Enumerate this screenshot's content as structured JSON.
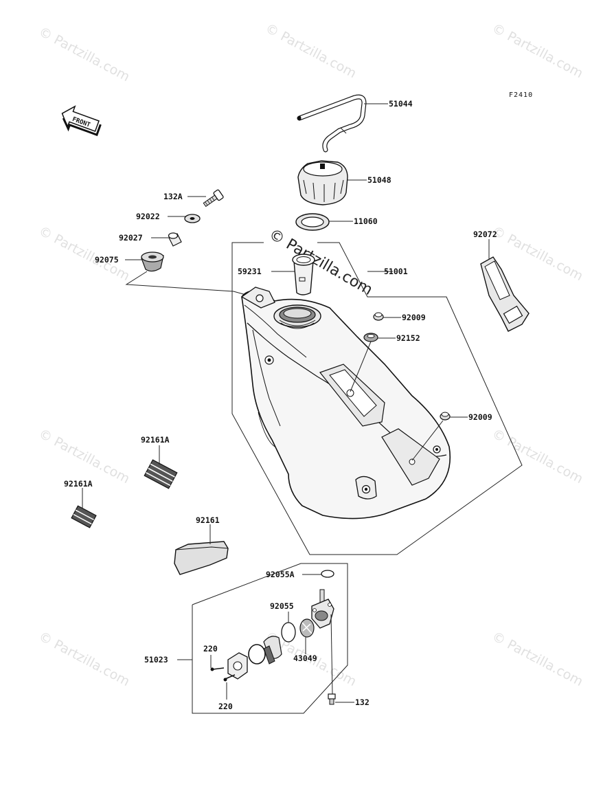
{
  "figure_code": "F2410",
  "front_label": "FRONT",
  "watermark": "© Partzilla.com",
  "parts": {
    "p51044": "51044",
    "p51048": "51048",
    "p11060": "11060",
    "p51001": "51001",
    "p59231": "59231",
    "p132A": "132A",
    "p92022": "92022",
    "p92027": "92027",
    "p92075": "92075",
    "p92072": "92072",
    "p92009a": "92009",
    "p92152": "92152",
    "p92009b": "92009",
    "p92161A_top": "92161A",
    "p92161A_bottom": "92161A",
    "p92161": "92161",
    "p92055A": "92055A",
    "p92055": "92055",
    "p43049": "43049",
    "p51023": "51023",
    "p220_top": "220",
    "p220_bottom": "220",
    "p132": "132"
  }
}
